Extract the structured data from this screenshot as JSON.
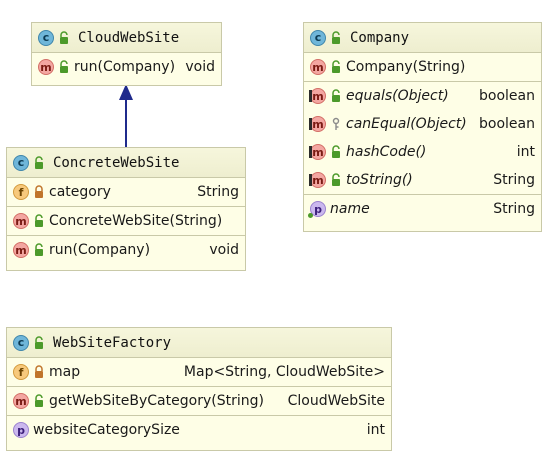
{
  "classes": {
    "cloud_web_site": {
      "icon": "class-icon",
      "name": "CloudWebSite",
      "methods": [
        {
          "icon": "method-icon",
          "label": "run(Company)",
          "type": "void"
        }
      ]
    },
    "company": {
      "icon": "class-icon",
      "name": "Company",
      "constructors": [
        {
          "icon": "method-icon",
          "label": "Company(String)",
          "type": ""
        }
      ],
      "methods": [
        {
          "icon": "method-icon",
          "label": "equals(Object)",
          "type": "boolean"
        },
        {
          "icon": "method-icon",
          "label": "canEqual(Object)",
          "type": "boolean"
        },
        {
          "icon": "method-icon",
          "label": "hashCode()",
          "type": "int"
        },
        {
          "icon": "method-icon",
          "label": "toString()",
          "type": "String"
        }
      ],
      "properties": [
        {
          "icon": "property-icon",
          "label": "name",
          "type": "String"
        }
      ]
    },
    "concrete_web_site": {
      "icon": "class-icon",
      "name": "ConcreteWebSite",
      "fields": [
        {
          "icon": "field-icon",
          "label": "category",
          "type": "String"
        }
      ],
      "constructors": [
        {
          "icon": "method-icon",
          "label": "ConcreteWebSite(String)",
          "type": ""
        }
      ],
      "methods": [
        {
          "icon": "method-icon",
          "label": "run(Company)",
          "type": "void"
        }
      ]
    },
    "web_site_factory": {
      "icon": "class-icon",
      "name": "WebSiteFactory",
      "fields": [
        {
          "icon": "field-icon",
          "label": "map",
          "type": "Map<String, CloudWebSite>"
        }
      ],
      "methods": [
        {
          "icon": "method-icon",
          "label": "getWebSiteByCategory(String)",
          "type": "CloudWebSite"
        }
      ],
      "properties": [
        {
          "icon": "property-icon",
          "label": "websiteCategorySize",
          "type": "int"
        }
      ]
    }
  },
  "icon_letters": {
    "class": "c",
    "method": "m",
    "field": "f",
    "property": "p"
  },
  "relations": [
    {
      "type": "realization",
      "from": "ConcreteWebSite",
      "to": "CloudWebSite",
      "color": "#1f2a8c"
    }
  ],
  "colors": {
    "box_fill": "#fefee6",
    "border": "#c9c9a8",
    "public": "#4c9a2a",
    "private": "#c0752b"
  }
}
